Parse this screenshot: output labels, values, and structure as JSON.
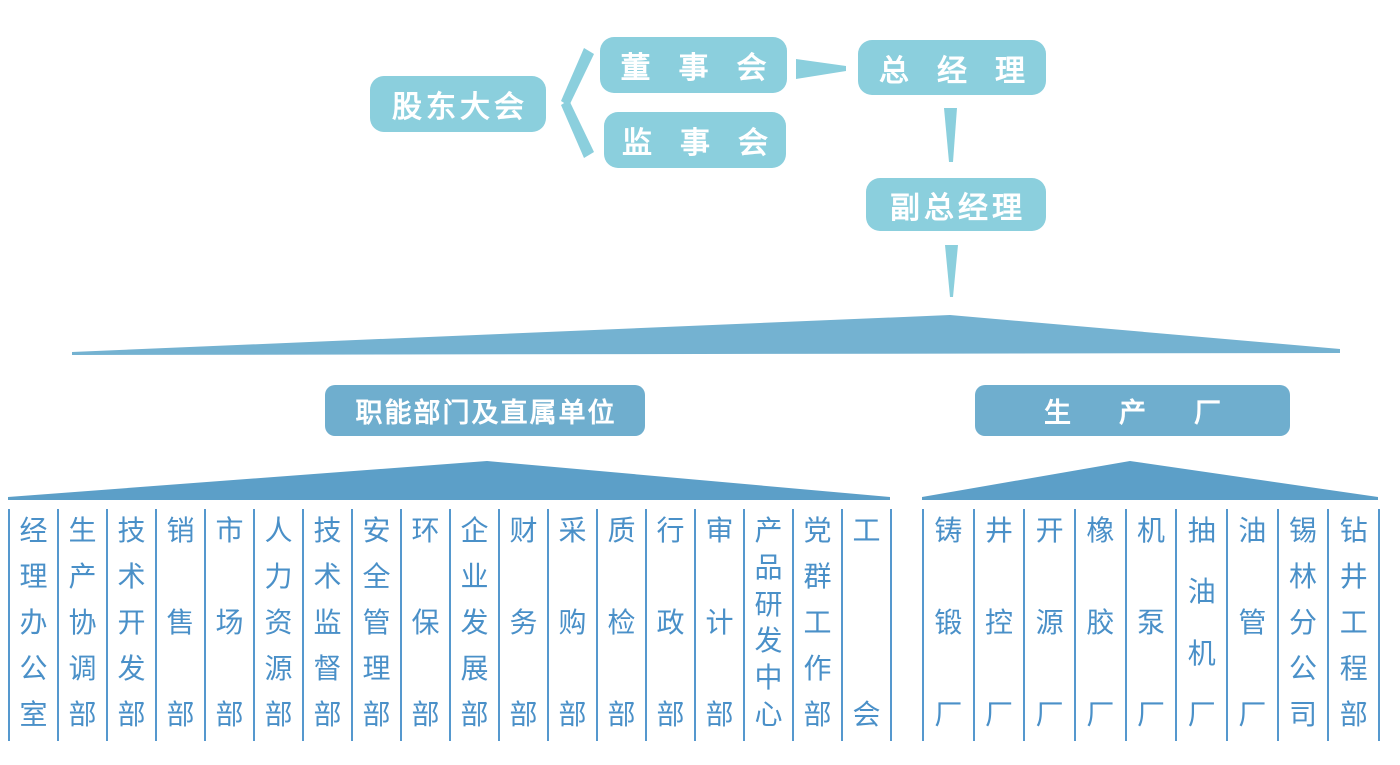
{
  "diagram": {
    "type": "org-chart",
    "nodes": {
      "shareholders_meeting": "股东大会",
      "board_of_directors": "董事会",
      "supervisory_board": "监事会",
      "general_manager": "总经理",
      "deputy_general_manager": "副总经理"
    },
    "groups": [
      {
        "header": "职能部门及直属单位",
        "items": [
          "经理办公室",
          "生产协调部",
          "技术开发部",
          "销售部",
          "市场部",
          "人力资源部",
          "技术监督部",
          "安全管理部",
          "环保部",
          "企业发展部",
          "财务部",
          "采购部",
          "质检部",
          "行政部",
          "审计部",
          "产品研发中心",
          "党群工作部",
          "工会"
        ]
      },
      {
        "header": "生产厂",
        "items": [
          "铸锻厂",
          "井控厂",
          "开源厂",
          "橡胶厂",
          "机泵厂",
          "抽油机厂",
          "油管厂",
          "锡林分公司",
          "钻井工程部"
        ]
      }
    ],
    "connectors": [
      "shareholders-to-board-bracket",
      "board-to-gm-arrow",
      "gm-to-dgm-connector",
      "dgm-to-roof-connector",
      "main-distribution-roof",
      "left-distribution-roof",
      "right-distribution-roof"
    ],
    "colors": {
      "node_fill": "#8BCFDD",
      "header_fill": "#6FAECE",
      "main_roof_fill": "#74B2D1",
      "group_roof_fill": "#5C9FC8",
      "column_line": "#5598CE",
      "column_text": "#4A90C8",
      "node_text": "#FFFFFF"
    }
  }
}
